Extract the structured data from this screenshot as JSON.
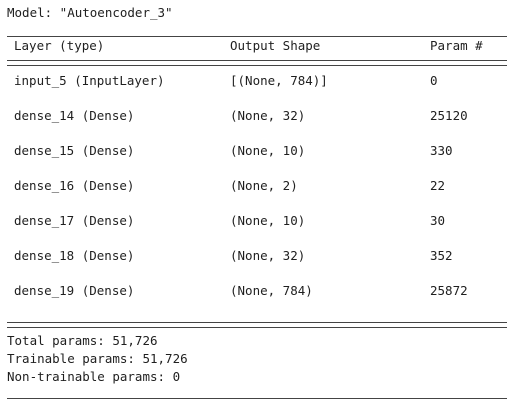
{
  "model": {
    "title": "Model: \"Autoencoder_3\""
  },
  "header": {
    "layer": "Layer (type)",
    "output": "Output Shape",
    "params": "Param #"
  },
  "rows": [
    {
      "layer": "input_5 (InputLayer)",
      "output": "[(None, 784)]",
      "params": "0"
    },
    {
      "layer": "dense_14 (Dense)",
      "output": "(None, 32)",
      "params": "25120"
    },
    {
      "layer": "dense_15 (Dense)",
      "output": "(None, 10)",
      "params": "330"
    },
    {
      "layer": "dense_16 (Dense)",
      "output": "(None, 2)",
      "params": "22"
    },
    {
      "layer": "dense_17 (Dense)",
      "output": "(None, 10)",
      "params": "30"
    },
    {
      "layer": "dense_18 (Dense)",
      "output": "(None, 32)",
      "params": "352"
    },
    {
      "layer": "dense_19 (Dense)",
      "output": "(None, 784)",
      "params": "25872"
    }
  ],
  "summary": {
    "total": "Total params: 51,726",
    "trainable": "Trainable params: 51,726",
    "non_trainable": "Non-trainable params: 0"
  }
}
